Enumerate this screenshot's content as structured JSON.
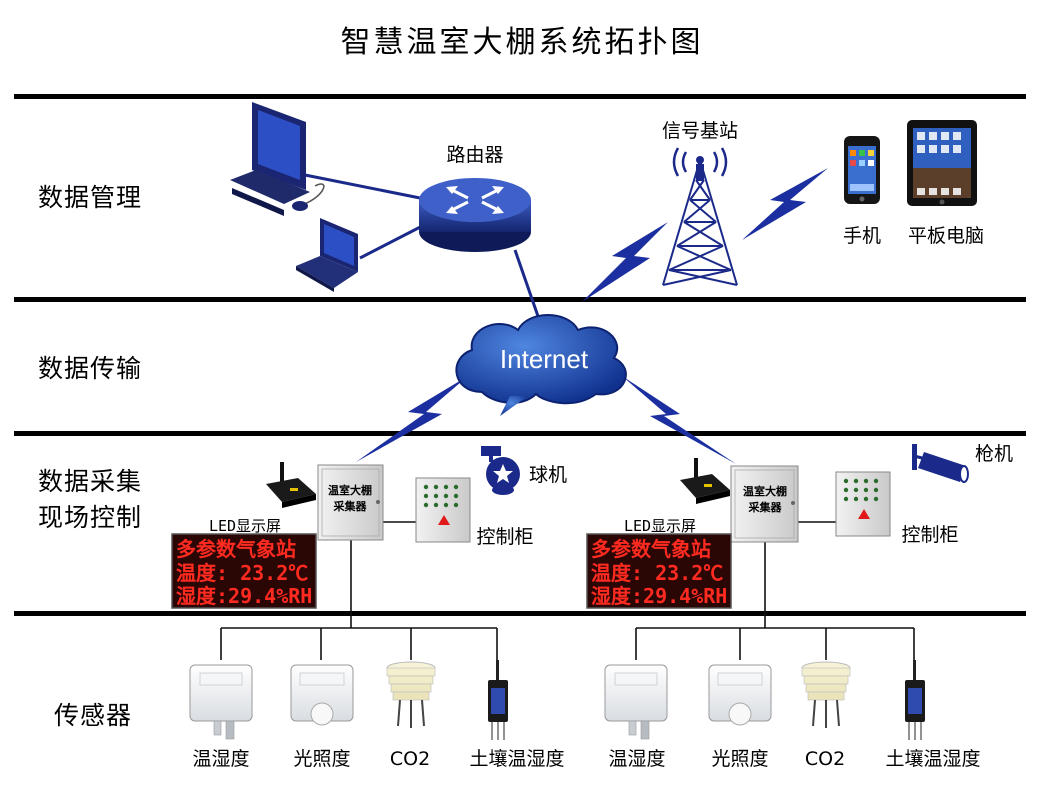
{
  "title": "智慧温室大棚系统拓扑图",
  "layers": {
    "management": "数据管理",
    "transmission": "数据传输",
    "collection_line1": "数据采集",
    "collection_line2": "现场控制",
    "sensors": "传感器"
  },
  "devices": {
    "router": "路由器",
    "base_station": "信号基站",
    "phone": "手机",
    "tablet": "平板电脑",
    "internet": "Internet",
    "dome_camera": "球机",
    "bullet_camera": "枪机",
    "control_cabinet": "控制柜",
    "collector_line1": "温室大棚",
    "collector_line2": "采集器",
    "led_caption": "LED显示屏"
  },
  "led": {
    "line1": "多参数气象站",
    "line2": "温度: 23.2℃",
    "line3": "湿度:29.4%RH"
  },
  "sensors": {
    "temp_humidity": "温湿度",
    "illuminance": "光照度",
    "co2": "CO2",
    "soil": "土壤温湿度"
  },
  "colors": {
    "navy": "#1b2a8a",
    "led_red": "#ff2a20",
    "rule": "#000000"
  }
}
